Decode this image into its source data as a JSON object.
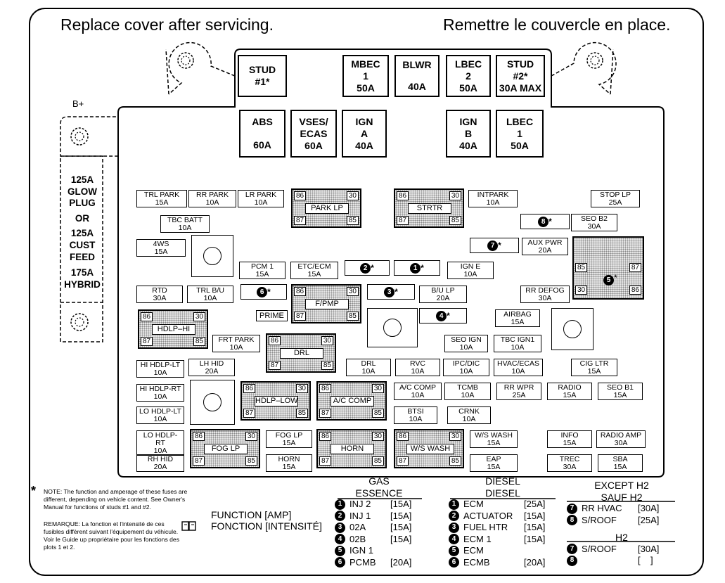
{
  "header": {
    "left": "Replace cover after servicing.",
    "right": "Remettre le couvercle en place."
  },
  "bplus": "B+",
  "side_text": [
    "125A",
    "GLOW",
    "PLUG",
    "OR",
    "125A",
    "CUST",
    "FEED",
    "175A",
    "HYBRID"
  ],
  "top_row": [
    {
      "l1": "STUD",
      "l2": "#1*",
      "l3": ""
    },
    {
      "l1": "MBEC",
      "l2": "1",
      "l3": "50A"
    },
    {
      "l1": "BLWR",
      "l2": "",
      "l3": "40A"
    },
    {
      "l1": "LBEC",
      "l2": "2",
      "l3": "50A"
    },
    {
      "l1": "STUD",
      "l2": "#2*",
      "l3": "30A MAX"
    }
  ],
  "second_row": [
    {
      "l1": "ABS",
      "l2": "",
      "l3": "60A"
    },
    {
      "l1": "VSES/",
      "l2": "ECAS",
      "l3": "60A"
    },
    {
      "l1": "IGN",
      "l2": "A",
      "l3": "40A"
    },
    {
      "l1": "IGN",
      "l2": "B",
      "l3": "40A"
    },
    {
      "l1": "LBEC",
      "l2": "1",
      "l3": "50A"
    }
  ],
  "fuses": [
    {
      "n": "TRL PARK",
      "a": "15A"
    },
    {
      "n": "RR PARK",
      "a": "10A"
    },
    {
      "n": "LR PARK",
      "a": "10A"
    },
    {
      "n": "TBC BATT",
      "a": "10A"
    },
    {
      "n": "4WS",
      "a": "15A"
    },
    {
      "n": "PCM 1",
      "a": "15A"
    },
    {
      "n": "ETC/ECM",
      "a": "15A"
    },
    {
      "n": "RTD",
      "a": "30A"
    },
    {
      "n": "TRL B/U",
      "a": "10A"
    },
    {
      "n": "INTPARK",
      "a": "10A"
    },
    {
      "n": "STOP LP",
      "a": "25A"
    },
    {
      "n": "SEO B2",
      "a": "30A"
    },
    {
      "n": "AUX PWR",
      "a": "20A"
    },
    {
      "n": "IGN E",
      "a": "10A"
    },
    {
      "n": "B/U LP",
      "a": "20A"
    },
    {
      "n": "RR DEFOG",
      "a": "30A"
    },
    {
      "n": "AIRBAG",
      "a": "15A"
    },
    {
      "n": "FRT PARK",
      "a": "10A"
    },
    {
      "n": "SEO IGN",
      "a": "10A"
    },
    {
      "n": "TBC IGN1",
      "a": "10A"
    },
    {
      "n": "HI HDLP-LT",
      "a": "10A"
    },
    {
      "n": "LH HID",
      "a": "20A"
    },
    {
      "n": "DRL",
      "a": "10A"
    },
    {
      "n": "RVC",
      "a": "10A"
    },
    {
      "n": "IPC/DIC",
      "a": "10A"
    },
    {
      "n": "HVAC/ECAS",
      "a": "10A"
    },
    {
      "n": "CIG LTR",
      "a": "15A"
    },
    {
      "n": "HI HDLP-RT",
      "a": "10A"
    },
    {
      "n": "A/C COMP",
      "a": "10A"
    },
    {
      "n": "TCMB",
      "a": "10A"
    },
    {
      "n": "RR WPR",
      "a": "25A"
    },
    {
      "n": "RADIO",
      "a": "15A"
    },
    {
      "n": "SEO B1",
      "a": "15A"
    },
    {
      "n": "LO HDLP-LT",
      "a": "10A"
    },
    {
      "n": "BTSI",
      "a": "10A"
    },
    {
      "n": "CRNK",
      "a": "10A"
    },
    {
      "n": "LO HDLP-RT",
      "a": "10A"
    },
    {
      "n": "FOG LP",
      "a": "15A"
    },
    {
      "n": "W/S WASH",
      "a": "15A"
    },
    {
      "n": "INFO",
      "a": "15A"
    },
    {
      "n": "RADIO AMP",
      "a": "30A"
    },
    {
      "n": "RH HID",
      "a": "20A"
    },
    {
      "n": "HORN",
      "a": "15A"
    },
    {
      "n": "EAP",
      "a": "15A"
    },
    {
      "n": "TREC",
      "a": "30A"
    },
    {
      "n": "SBA",
      "a": "15A"
    }
  ],
  "prime": "PRIME",
  "relays": [
    "PARK LP",
    "STRTR",
    "F/PMP",
    "HDLP–HI",
    "DRL",
    "HDLP–LOW",
    "A/C COMP",
    "FOG LP",
    "HORN",
    "W/S WASH"
  ],
  "pins": {
    "p86": "86",
    "p30": "30",
    "p87": "87",
    "p85": "85"
  },
  "numbered": [
    "8",
    "7",
    "2",
    "1",
    "6",
    "3",
    "4",
    "5"
  ],
  "star": "*",
  "note_en": "NOTE:  The function and amperage of these fuses are different, depending on vehicle content. See Owner's Manual for functions of studs #1 and #2.",
  "note_fr": "REMARQUE:  La fonction et l'intensité de ces fusibles diffèrent suivant l'équipement du véhicule. Voir le Guide up propriétaire pour les fonctions des plots 1 et 2.",
  "function_label": [
    "FUNCTION [AMP]",
    "FONCTION [INTENSITÉ]"
  ],
  "gas": {
    "title1": "GAS",
    "title2": "ESSENCE",
    "rows": [
      {
        "num": "1",
        "name": "INJ 2",
        "amp": "[15A]"
      },
      {
        "num": "2",
        "name": "INJ 1",
        "amp": "[15A]"
      },
      {
        "num": "3",
        "name": "02A",
        "amp": "[15A]"
      },
      {
        "num": "4",
        "name": "02B",
        "amp": "[15A]"
      },
      {
        "num": "5",
        "name": "IGN 1",
        "amp": ""
      },
      {
        "num": "6",
        "name": "PCMB",
        "amp": "[20A]"
      }
    ]
  },
  "diesel": {
    "title1": "DIESEL",
    "title2": "DIESEL",
    "rows": [
      {
        "num": "1",
        "name": "ECM",
        "amp": "[25A]"
      },
      {
        "num": "2",
        "name": "ACTUATOR",
        "amp": "[15A]"
      },
      {
        "num": "3",
        "name": "FUEL HTR",
        "amp": "[15A]"
      },
      {
        "num": "4",
        "name": "ECM 1",
        "amp": "[15A]"
      },
      {
        "num": "5",
        "name": "ECM",
        "amp": ""
      },
      {
        "num": "6",
        "name": "ECMB",
        "amp": "[20A]"
      }
    ]
  },
  "except": {
    "title1": "EXCEPT H2",
    "title2": "SAUF H2",
    "rows": [
      {
        "num": "7",
        "name": "RR HVAC",
        "amp": "[30A]"
      },
      {
        "num": "8",
        "name": "S/ROOF",
        "amp": "[25A]"
      }
    ]
  },
  "h2": {
    "title": "H2",
    "rows": [
      {
        "num": "7",
        "name": "S/ROOF",
        "amp": "[30A]"
      },
      {
        "num": "8",
        "name": "",
        "amp": "[    ]"
      }
    ]
  }
}
